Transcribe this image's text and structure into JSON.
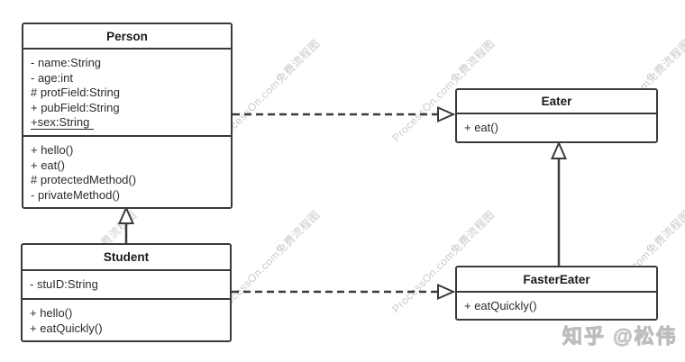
{
  "watermark": {
    "text": "ProcessOn.com免费流程图",
    "color": "#c9c9c9"
  },
  "brand": {
    "text": "知乎 @松伟",
    "color": "#d6d6d6"
  },
  "colors": {
    "border": "#3a3a3a",
    "background": "#ffffff",
    "text": "#2b2b2b"
  },
  "diagram": {
    "type": "uml-class-diagram",
    "classes": [
      {
        "name": "Person",
        "fields": [
          "- name:String",
          "- age:int",
          "# protField:String",
          "+ pubField:String"
        ],
        "underlined_field": "+sex:String",
        "methods": [
          "+ hello()",
          "+ eat()",
          "# protectedMethod()",
          "- privateMethod()"
        ]
      },
      {
        "name": "Student",
        "fields": [
          "- stuID:String"
        ],
        "methods": [
          "+ hello()",
          "+ eatQuickly()"
        ]
      },
      {
        "name": "Eater",
        "fields": [],
        "methods": [
          "+ eat()"
        ]
      },
      {
        "name": "FasterEater",
        "fields": [],
        "methods": [
          "+ eatQuickly()"
        ]
      }
    ],
    "relations": [
      {
        "type": "realization",
        "from": "Person",
        "to": "Eater",
        "line": "dashed",
        "arrow": "hollow-triangle"
      },
      {
        "type": "realization",
        "from": "Student",
        "to": "FasterEater",
        "line": "dashed",
        "arrow": "hollow-triangle"
      },
      {
        "type": "inheritance",
        "from": "Student",
        "to": "Person",
        "line": "solid",
        "arrow": "hollow-triangle"
      },
      {
        "type": "inheritance",
        "from": "FasterEater",
        "to": "Eater",
        "line": "solid",
        "arrow": "hollow-triangle"
      }
    ]
  }
}
